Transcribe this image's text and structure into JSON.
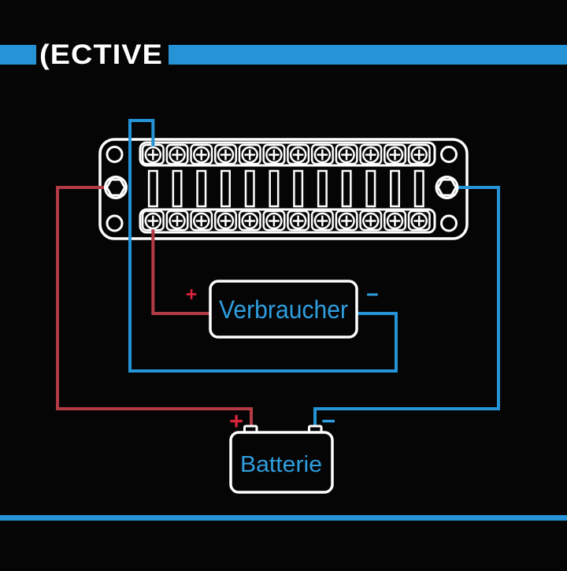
{
  "brand": {
    "logo": "(ECTIVE"
  },
  "labels": {
    "consumer": "Verbraucher",
    "battery": "Batterie",
    "plus": "+",
    "minus": "−"
  },
  "colors": {
    "background": "#050505",
    "white": "#ffffff",
    "blue": "#2593d6",
    "blue_text": "#2f9fdf",
    "red": "#b23b46",
    "red_accent": "#d6243a"
  },
  "fuse_block": {
    "terminal_rows": 2,
    "terminal_count_per_row": 12,
    "fuse_slot_count": 12,
    "main_terminal_count": 2
  }
}
